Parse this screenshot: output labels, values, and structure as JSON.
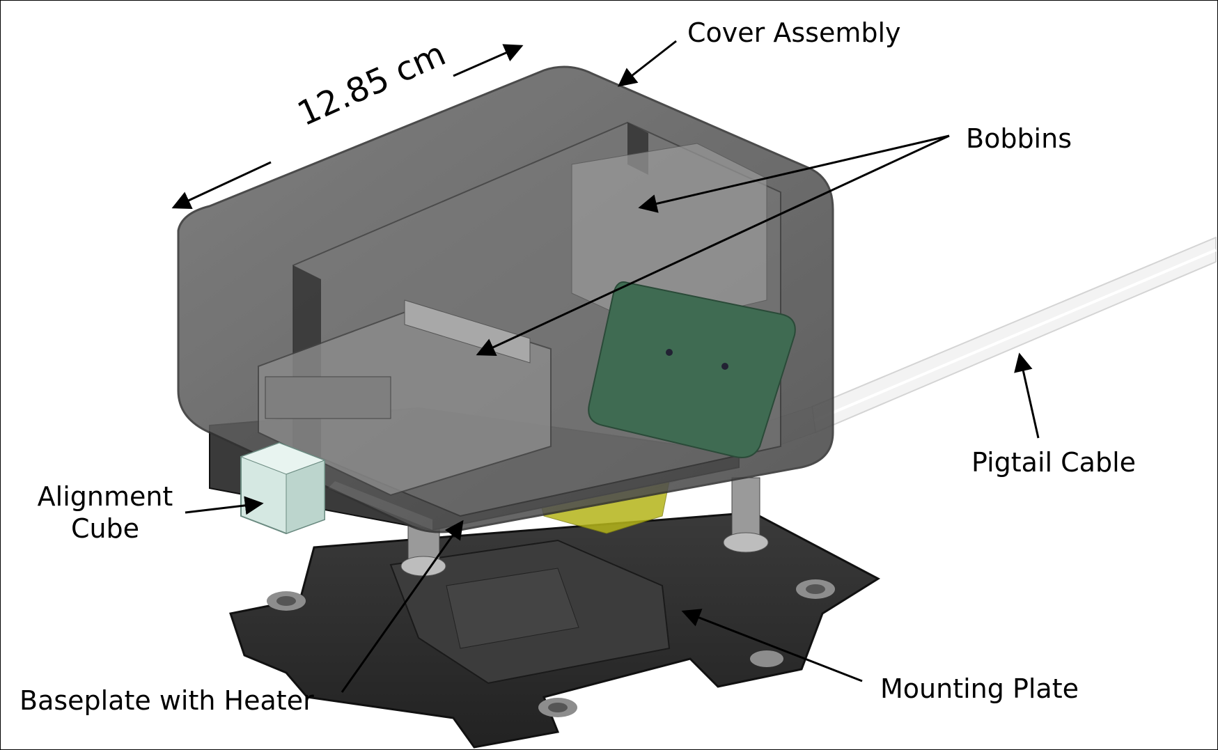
{
  "labels": {
    "cover_assembly": "Cover Assembly",
    "bobbins": "Bobbins",
    "pigtail_cable": "Pigtail Cable",
    "alignment_cube_line1": "Alignment",
    "alignment_cube_line2": "Cube",
    "baseplate_with_heater": "Baseplate with Heater",
    "mounting_plate": "Mounting Plate",
    "dimension": "12.85 cm"
  },
  "colors": {
    "cover": "#5a5a5a",
    "plate": "#2e2e2e",
    "board": "#3f6b52",
    "cube": "#d5e8e2",
    "heater": "#b5b51a",
    "cable": "#f2f2f2"
  }
}
